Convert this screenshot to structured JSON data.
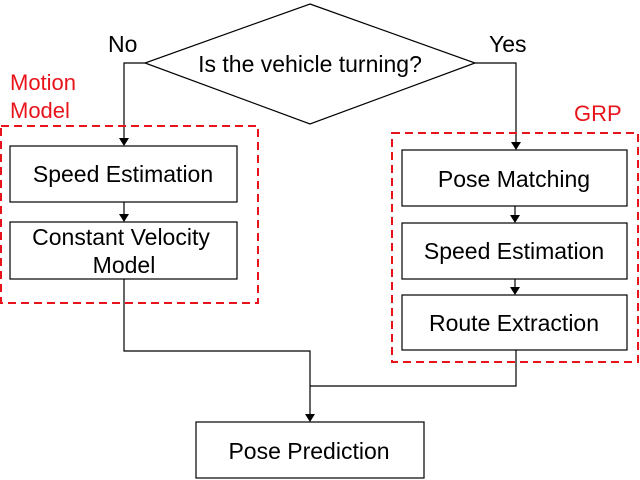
{
  "diagram": {
    "decision": {
      "label": "Is the vehicle turning?"
    },
    "branches": {
      "no": "No",
      "yes": "Yes"
    },
    "motion_group": {
      "line1": "Motion",
      "line2": "Model"
    },
    "grp_group": {
      "label": "GRP"
    },
    "left_nodes": {
      "speed_estimation": "Speed Estimation",
      "constant_velocity_line1": "Constant Velocity",
      "constant_velocity_line2": "Model"
    },
    "right_nodes": {
      "pose_matching": "Pose Matching",
      "speed_estimation": "Speed Estimation",
      "route_extraction": "Route Extraction"
    },
    "output_node": {
      "label": "Pose Prediction"
    },
    "colors": {
      "group_outline": "#e8141b",
      "group_label": "#e8141b",
      "stroke": "#000000",
      "background": "#ffffff"
    }
  }
}
